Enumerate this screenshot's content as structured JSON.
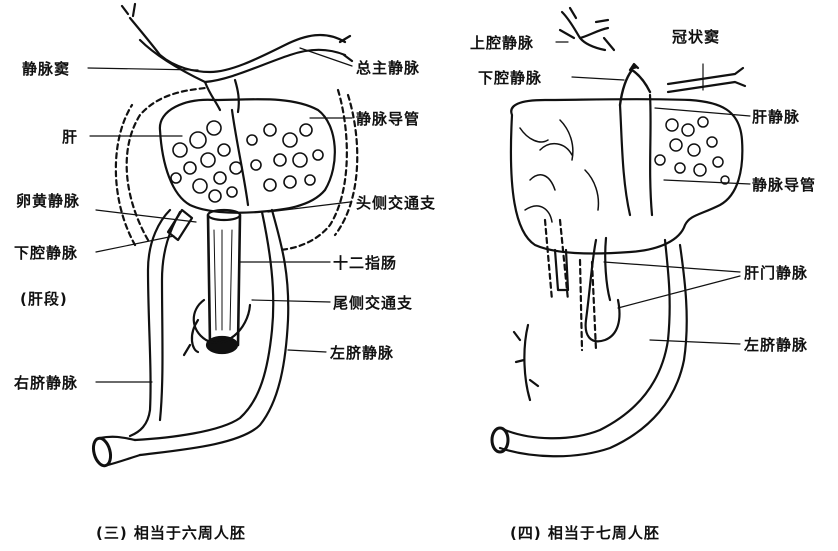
{
  "panel_left": {
    "caption": "(三) 相当于六周人胚",
    "labels": {
      "sinus_venosus": "静脉窦",
      "common_cardinal": "总主静脉",
      "liver": "肝",
      "ductus_venosus": "静脉导管",
      "vitelline_vein": "卵黄静脉",
      "cranial_anastomosis": "头侧交通支",
      "ivc": "下腔静脉",
      "ivc_hepatic_segment": "(肝段)",
      "duodenum": "十二指肠",
      "caudal_anastomosis": "尾侧交通支",
      "left_umbilical": "左脐静脉",
      "right_umbilical": "右脐静脉"
    }
  },
  "panel_right": {
    "caption": "(四) 相当于七周人胚",
    "labels": {
      "svc": "上腔静脉",
      "coronary_sinus": "冠状窦",
      "ivc": "下腔静脉",
      "hepatic_vein": "肝静脉",
      "ductus_venosus": "静脉导管",
      "portal_vein": "肝门静脉",
      "left_umbilical": "左脐静脉"
    }
  }
}
